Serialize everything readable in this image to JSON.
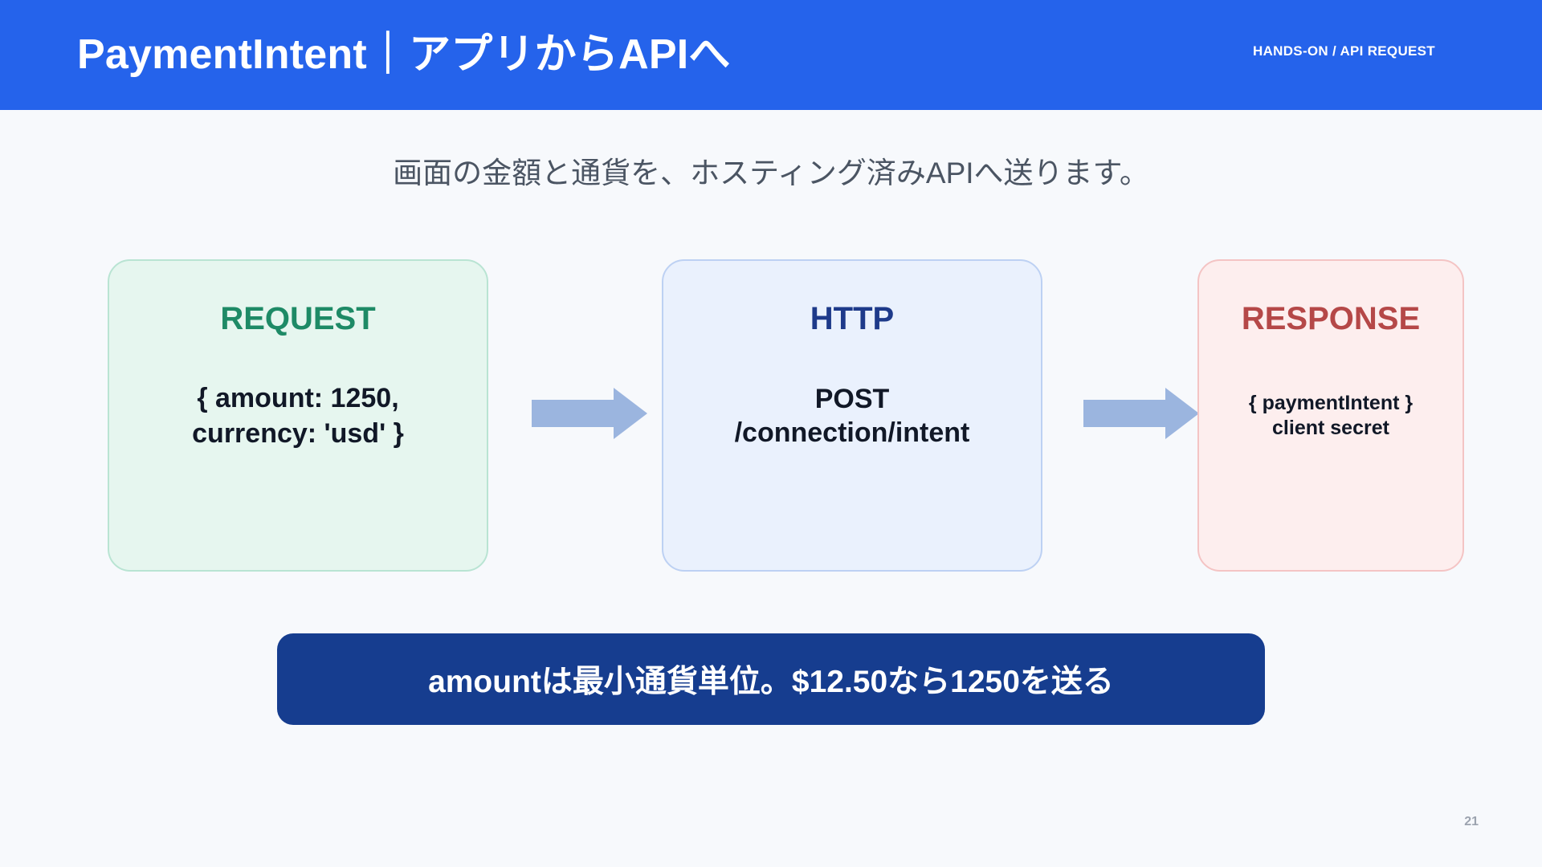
{
  "header": {
    "title": "PaymentIntent｜アプリからAPIへ",
    "tag": "HANDS-ON / API REQUEST"
  },
  "subtitle": "画面の金額と通貨を、ホスティング済みAPIへ送ります。",
  "cards": {
    "request": {
      "title": "REQUEST",
      "lines": [
        "{ amount: 1250,",
        "currency: 'usd' }"
      ]
    },
    "http": {
      "title": "HTTP",
      "lines": [
        "POST",
        "/connection/intent"
      ]
    },
    "response": {
      "title": "RESPONSE",
      "lines": [
        "{ paymentIntent }",
        "client secret"
      ]
    }
  },
  "banner": "amountは最小通貨単位。$12.50なら1250を送る",
  "page_number": "21",
  "colors": {
    "header_bg": "#2563eb",
    "banner_bg": "#163d8f",
    "arrow": "#9bb5df",
    "request_accent": "#1e8a66",
    "http_accent": "#1e3a8a",
    "response_accent": "#b54848"
  }
}
